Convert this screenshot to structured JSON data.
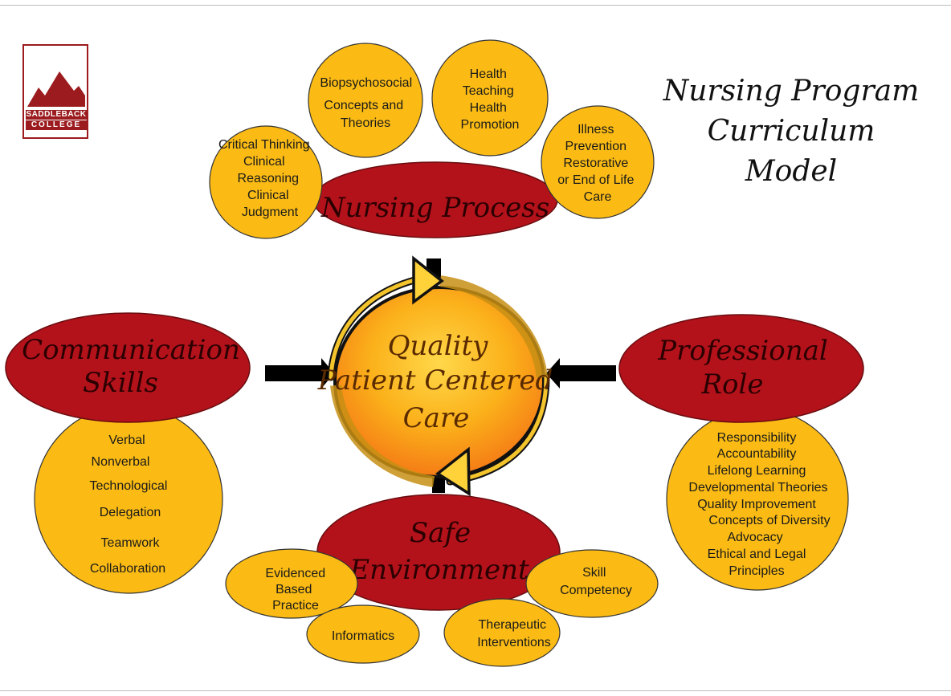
{
  "logo": {
    "line1": "SADDLEBACK",
    "line2": "COLLEGE",
    "brand_color": "#9b1b1e"
  },
  "title": {
    "line1": "Nursing Program",
    "line2": "Curriculum",
    "line3": "Model"
  },
  "hub": {
    "line1": "Quality",
    "line2": "Patient Centered",
    "line3": "Care"
  },
  "nursing_process": {
    "title": "Nursing Process",
    "bubbles": [
      {
        "lines": [
          "Critical Thinking",
          "Clinical",
          "Reasoning",
          "Clinical",
          "Judgment"
        ]
      },
      {
        "lines": [
          "Biopsychosocial",
          "Concepts and",
          "Theories"
        ]
      },
      {
        "lines": [
          "Health",
          "Teaching",
          "Health",
          "Promotion"
        ]
      },
      {
        "lines": [
          "Illness",
          "Prevention",
          "Restorative",
          "or End of Life",
          "Care"
        ]
      }
    ]
  },
  "communication": {
    "title_line1": "Communication",
    "title_line2": "Skills",
    "items": [
      "Verbal",
      "Nonverbal",
      "Technological",
      "Delegation",
      "Teamwork",
      "Collaboration"
    ]
  },
  "professional": {
    "title_line1": "Professional",
    "title_line2": "Role",
    "items": [
      "Responsibility",
      "Accountability",
      "Lifelong Learning",
      "Developmental Theories",
      "Quality Improvement",
      "Concepts of Diversity",
      "Advocacy",
      "Ethical and Legal",
      "Principles"
    ]
  },
  "safe_environment": {
    "title_line1": "Safe",
    "title_line2": "Environment",
    "bubbles": [
      {
        "lines": [
          "Evidenced",
          "Based",
          "Practice"
        ]
      },
      {
        "lines": [
          "Informatics"
        ]
      },
      {
        "lines": [
          "Therapeutic",
          "Interventions"
        ]
      },
      {
        "lines": [
          "Skill",
          "Competency"
        ]
      }
    ]
  },
  "colors": {
    "oval_red": "#b3121b",
    "bubble_yellow": "#fbbb14",
    "hub_gold": "#f2b20f"
  }
}
